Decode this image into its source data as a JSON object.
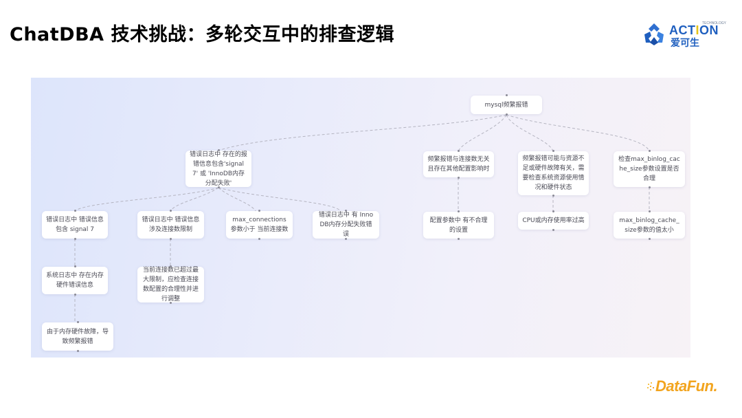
{
  "slide": {
    "title": "ChatDBA 技术挑战：多轮交互中的排查逻辑"
  },
  "logos": {
    "action": {
      "word_pre": "ACT",
      "word_hl": "I",
      "word_post": "ON",
      "tech": "TECHNOLOGY",
      "cn": "爱可生"
    },
    "datafun": {
      "text": "DataFun."
    }
  },
  "colors": {
    "title": "#000000",
    "action_blue": "#1f5fbf",
    "action_yellow": "#e3c21a",
    "datafun_orange": "#f2a41e",
    "node_bg": "#ffffff",
    "node_text": "#4a4a55",
    "edge": "#b4b4c0"
  },
  "diagram": {
    "root": {
      "id": "root",
      "label": "mysql频繁报错"
    },
    "nodes": [
      {
        "id": "n1",
        "label": "错误日志中 存在的报错信息包含'signal 7' 或 'InnoDB内存分配失败'",
        "parent": "root"
      },
      {
        "id": "n2",
        "label": "频繁报错与连接数无关且存在其他配置影响时",
        "parent": "root"
      },
      {
        "id": "n3",
        "label": "频繁报错可能与资源不足或硬件故障有关，需要检查系统资源使用情况和硬件状态",
        "parent": "root"
      },
      {
        "id": "n4",
        "label": "检查max_binlog_cache_size参数设置是否合理",
        "parent": "root"
      },
      {
        "id": "n11",
        "label": "错误日志中 错误信息包含 signal 7",
        "parent": "n1"
      },
      {
        "id": "n12",
        "label": "错误日志中 错误信息涉及连接数限制",
        "parent": "n1"
      },
      {
        "id": "n13",
        "label": "max_connections参数小于 当前连接数",
        "parent": "n1"
      },
      {
        "id": "n14",
        "label": "错误日志中 有 InnoDB内存分配失败错误",
        "parent": "n1"
      },
      {
        "id": "n21",
        "label": "配置参数中 有不合理的设置",
        "parent": "n2"
      },
      {
        "id": "n31",
        "label": "CPU或内存使用率过高",
        "parent": "n3"
      },
      {
        "id": "n41",
        "label": "max_binlog_cache_size参数的值太小",
        "parent": "n4"
      },
      {
        "id": "n111",
        "label": "系统日志中 存在内存硬件错误信息",
        "parent": "n11"
      },
      {
        "id": "n121",
        "label": "当前连接数已超过最大限制，应检查连接数配置的合理性并进行调整",
        "parent": "n12"
      },
      {
        "id": "n1111",
        "label": "由于内存硬件故障，导致频繁报错",
        "parent": "n111"
      }
    ]
  }
}
